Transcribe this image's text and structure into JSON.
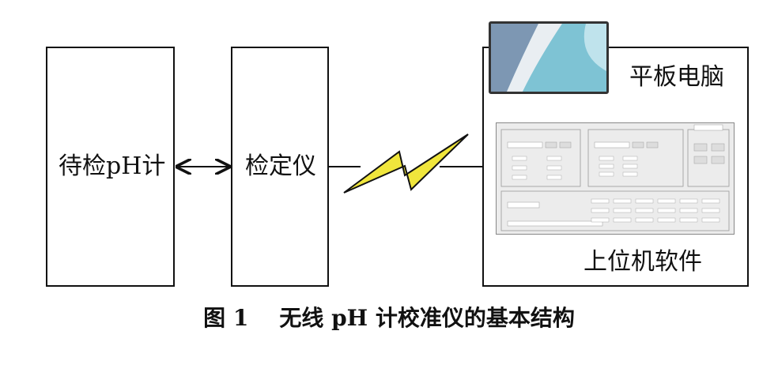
{
  "nodes": {
    "meter": "待检pH计",
    "calibrator": "检定仪",
    "tablet": "平板电脑",
    "software": "上位机软件"
  },
  "caption": "图 1    无线 pH 计校准仪的基本结构",
  "colors": {
    "lightning": "#f0e63c",
    "line": "#111111"
  }
}
